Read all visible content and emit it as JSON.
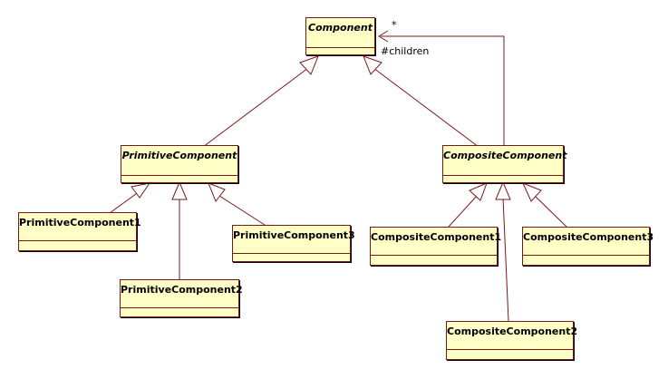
{
  "diagram": {
    "classes": {
      "component": "Component",
      "primitive": "PrimitiveComponent",
      "composite": "CompositeComponent",
      "primitive1": "PrimitiveComponent1",
      "primitive2": "PrimitiveComponent2",
      "primitive3": "PrimitiveComponent3",
      "composite1": "CompositeComponent1",
      "composite2": "CompositeComponent2",
      "composite3": "CompositeComponent3"
    },
    "association": {
      "multiplicity": "*",
      "role": "#children"
    }
  }
}
